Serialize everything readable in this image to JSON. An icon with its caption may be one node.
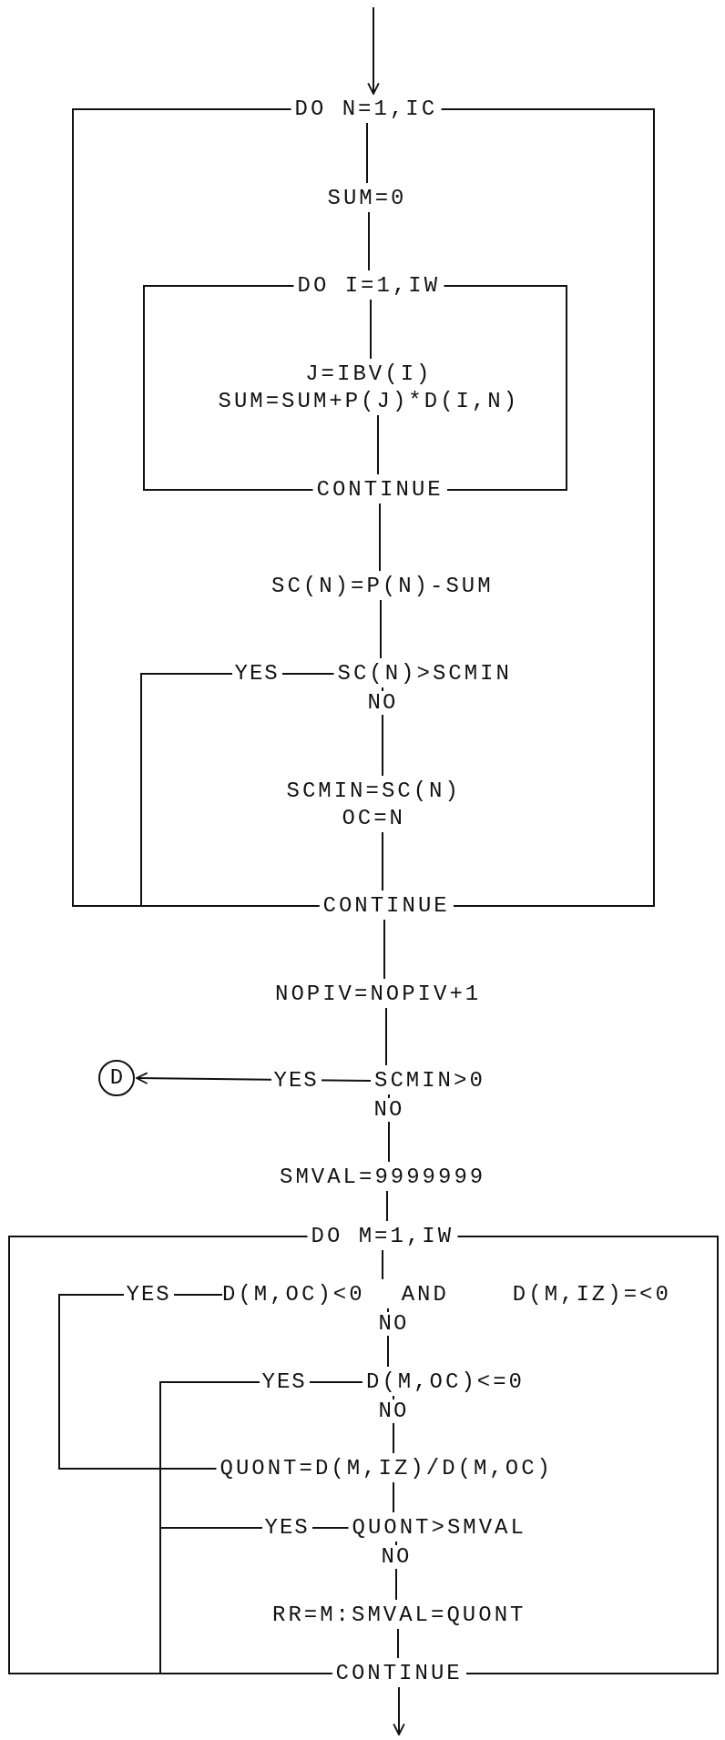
{
  "diagram": {
    "nodes": [
      {
        "text": [
          "DO N=1,IC"
        ]
      },
      {
        "text": [
          "SUM=0"
        ]
      },
      {
        "text": [
          "DO I=1,IW"
        ]
      },
      {
        "text": [
          "J=IBV(I)",
          "SUM=SUM+P(J)*D(I,N)"
        ]
      },
      {
        "text": [
          "CONTINUE"
        ]
      },
      {
        "text": [
          "SC(N)=P(N)-SUM"
        ]
      },
      {
        "text": [
          "SC(N)>SCMIN"
        ]
      },
      {
        "text": [
          "SCMIN=SC(N)",
          "OC=N"
        ]
      },
      {
        "text": [
          "CONTINUE"
        ]
      },
      {
        "text": [
          "NOPIV=NOPIV+1"
        ]
      },
      {
        "text": [
          "SCMIN>0"
        ]
      },
      {
        "text": [
          "D"
        ]
      },
      {
        "text": [
          "SMVAL=9999999"
        ]
      },
      {
        "text": [
          "DO M=1,IW"
        ]
      },
      {
        "text": [
          "D(M,OC)<0",
          "AND",
          "D(M,IZ)=<0"
        ]
      },
      {
        "text": [
          "D(M,OC)<=0"
        ]
      },
      {
        "text": [
          "QUONT=D(M,IZ)/D(M,OC)"
        ]
      },
      {
        "text": [
          "QUONT>SMVAL"
        ]
      },
      {
        "text": [
          "RR=M:SMVAL=QUONT"
        ]
      },
      {
        "text": [
          "CONTINUE"
        ]
      }
    ],
    "edges": [
      {
        "from": null,
        "to": 0,
        "arrow": "to"
      },
      {
        "from": 0,
        "to": 1,
        "arrow": "none"
      },
      {
        "from": 1,
        "to": 2,
        "arrow": "none"
      },
      {
        "from": 2,
        "to": 3,
        "arrow": "none"
      },
      {
        "from": 3,
        "to": 4,
        "arrow": "none"
      },
      {
        "from": 4,
        "to": 2,
        "arrow": "none"
      },
      {
        "from": 4,
        "to": 2,
        "arrow": "none"
      },
      {
        "from": 4,
        "to": 5,
        "arrow": "none"
      },
      {
        "from": 5,
        "to": 6,
        "arrow": "none"
      },
      {
        "from": 6,
        "to": 7,
        "label": "NO",
        "arrow": "none"
      },
      {
        "from": 6,
        "to": 8,
        "label": "YES",
        "arrow": "none"
      },
      {
        "from": 7,
        "to": 8,
        "arrow": "none"
      },
      {
        "from": 8,
        "to": 0,
        "arrow": "none"
      },
      {
        "from": 8,
        "to": 0,
        "arrow": "none"
      },
      {
        "from": 8,
        "to": 9,
        "arrow": "none"
      },
      {
        "from": 9,
        "to": 10,
        "arrow": "none"
      },
      {
        "from": 10,
        "to": 11,
        "label": "YES",
        "arrow": "to"
      },
      {
        "from": 10,
        "to": 12,
        "label": "NO",
        "arrow": "none"
      },
      {
        "from": 12,
        "to": 13,
        "arrow": "none"
      },
      {
        "from": 13,
        "to": 14,
        "arrow": "none"
      },
      {
        "from": 14,
        "to": 16,
        "label": "YES",
        "arrow": "none"
      },
      {
        "from": 14,
        "to": 15,
        "label": "NO",
        "arrow": "none"
      },
      {
        "from": 15,
        "to": 19,
        "label": "YES",
        "arrow": "none"
      },
      {
        "from": 15,
        "to": 16,
        "label": "NO",
        "arrow": "none"
      },
      {
        "from": 16,
        "to": 17,
        "arrow": "none"
      },
      {
        "from": 17,
        "to": 19,
        "label": "YES",
        "arrow": "none"
      },
      {
        "from": 17,
        "to": 18,
        "label": "NO",
        "arrow": "none"
      },
      {
        "from": 18,
        "to": 19,
        "arrow": "none"
      },
      {
        "from": 19,
        "to": 13,
        "arrow": "none"
      },
      {
        "from": 19,
        "to": 13,
        "arrow": "none"
      },
      {
        "from": 19,
        "to": null,
        "arrow": "to"
      }
    ]
  }
}
